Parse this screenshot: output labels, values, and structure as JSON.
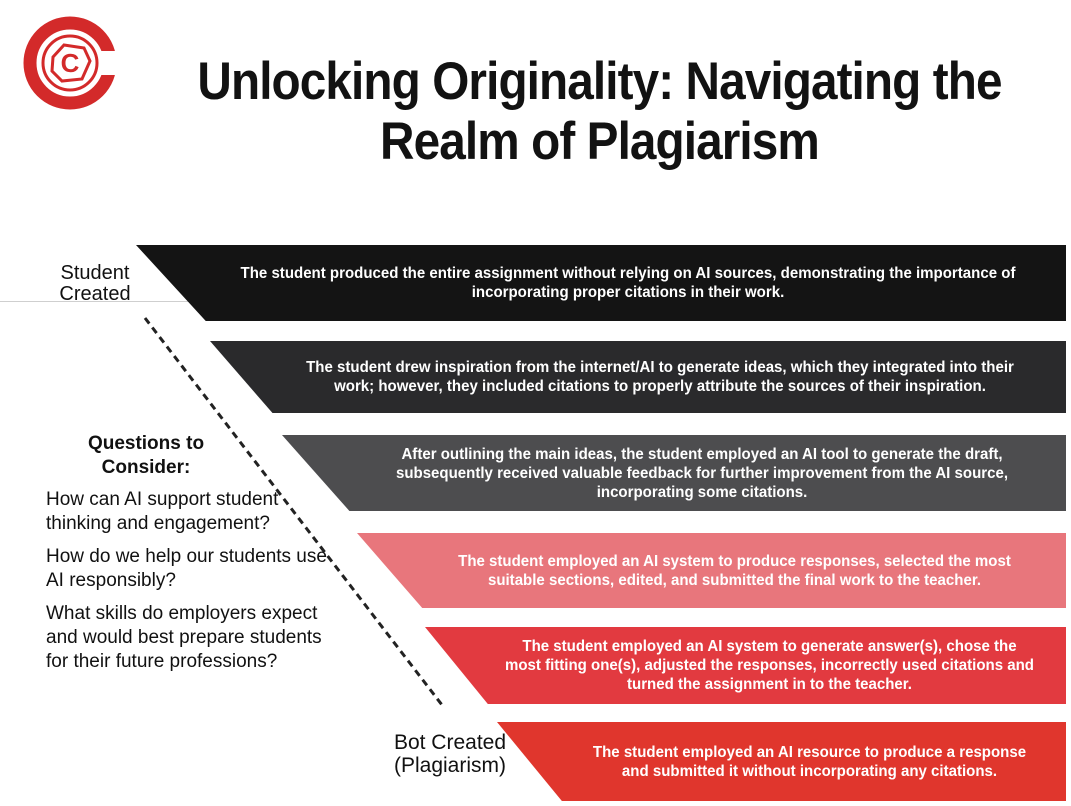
{
  "title": "Unlocking Originality: Navigating the Realm of Plagiarism",
  "logo": {
    "icon": "c-logo-icon",
    "letter": "C",
    "color": "#d32a2a"
  },
  "spectrum": {
    "top_label": "Student Created",
    "bottom_label": "Bot Created (Plagiarism)",
    "levels": [
      {
        "text": "The student produced the entire assignment without relying on AI sources, demonstrating the importance of incorporating proper citations in their work.",
        "color": "#141414"
      },
      {
        "text": "The student drew inspiration from the internet/AI to generate ideas, which they integrated into their work; however, they included citations to properly attribute the sources of their inspiration.",
        "color": "#2a2a2c"
      },
      {
        "text": "After outlining the main ideas, the student employed an AI tool to generate the draft, subsequently received valuable feedback for further improvement from the AI source, incorporating some citations.",
        "color": "#4d4d4f"
      },
      {
        "text": "The student employed an AI system to produce responses, selected the most suitable sections, edited, and submitted the final work to the teacher.",
        "color": "#e8767c"
      },
      {
        "text": "The student employed an AI system to generate answer(s), chose the most fitting one(s), adjusted the responses, incorrectly used citations and turned the assignment in to the teacher.",
        "color": "#e23a40"
      },
      {
        "text": "The student employed an AI resource to produce a response and submitted it without incorporating any citations.",
        "color": "#e0362d"
      }
    ]
  },
  "questions": {
    "heading": "Questions to Consider:",
    "items": [
      "How can AI support student thinking and engagement?",
      "How do we help our students use AI responsibly?",
      "What skills do employers expect and would best prepare students for their future professions?"
    ]
  }
}
